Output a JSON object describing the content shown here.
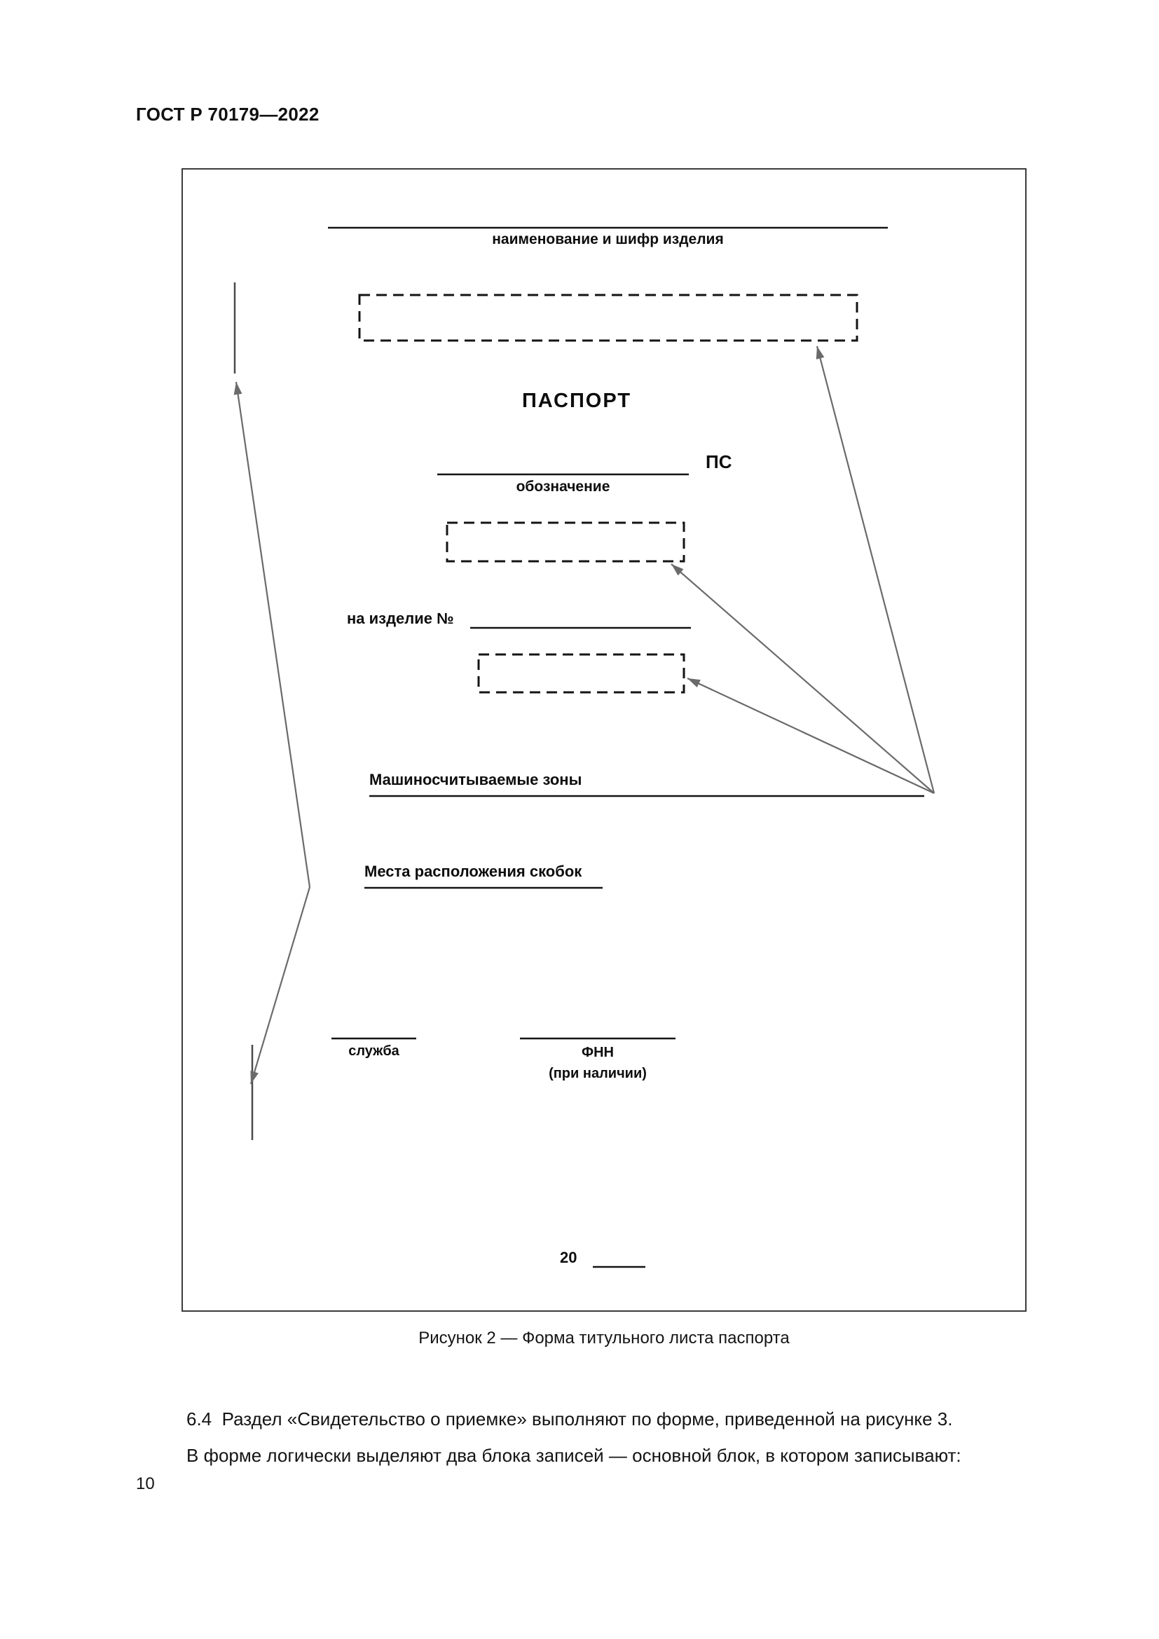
{
  "document": {
    "header": "ГОСТ Р 70179—2022",
    "caption": "Рисунок 2 — Форма титульного листа паспорта",
    "paragraph_1": "6.4  Раздел «Свидетельство о приемке» выполняют по форме, приведенной на рисунке 3.",
    "paragraph_2": "В форме логически выделяют два блока записей — основной блок, в котором записывают:",
    "page_number": "10"
  },
  "figure": {
    "product_name_caption": "наименование и шифр изделия",
    "title": "ПАСПОРТ",
    "ps_suffix": "ПС",
    "designation_caption": "обозначение",
    "product_number_label": "на изделие №",
    "machine_zones_label": "Машиносчитываемые зоны",
    "staple_places_label": "Места расположения скобок",
    "service_caption": "служба",
    "fnn_caption": "ФНН",
    "fnn_note": "(при наличии)",
    "year_prefix": "20"
  },
  "colors": {
    "ink": "#141414",
    "arrow_gray": "#6a6a6a",
    "staple_gray": "#4a4a4a"
  }
}
